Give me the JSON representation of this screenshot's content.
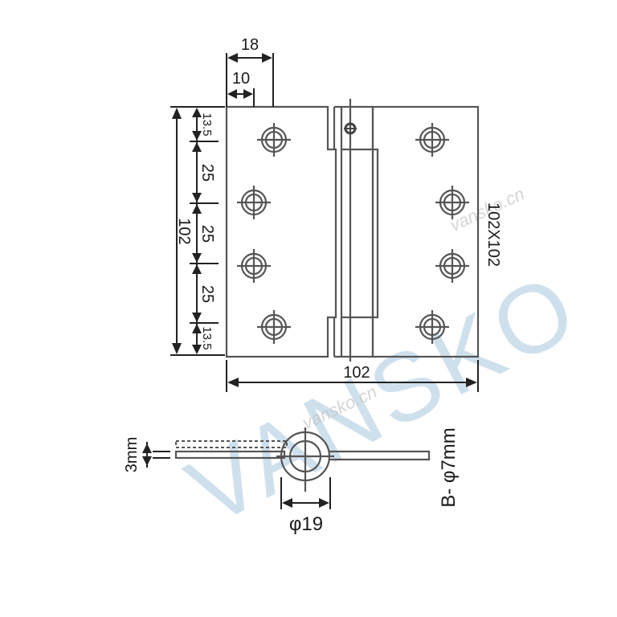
{
  "drawing": {
    "type": "hinge technical drawing",
    "size_label": "102X102",
    "dimensions": {
      "top_outer": "18",
      "top_inner": "10",
      "left_total": "102",
      "left_segments": [
        "13.5",
        "25",
        "25",
        "25",
        "13.5"
      ],
      "bottom_width": "102",
      "thickness": "3mm",
      "knuckle_diameter": "φ19",
      "pin": "B- φ7mm"
    },
    "holes": {
      "left_leaf": 4,
      "right_leaf": 4,
      "knuckle_top": 1
    }
  },
  "watermark": {
    "brand": "VANSKO",
    "url": "vansko.cn"
  },
  "colors": {
    "line": "#555555",
    "dimension": "#222222",
    "watermark": "#a9c7df"
  }
}
